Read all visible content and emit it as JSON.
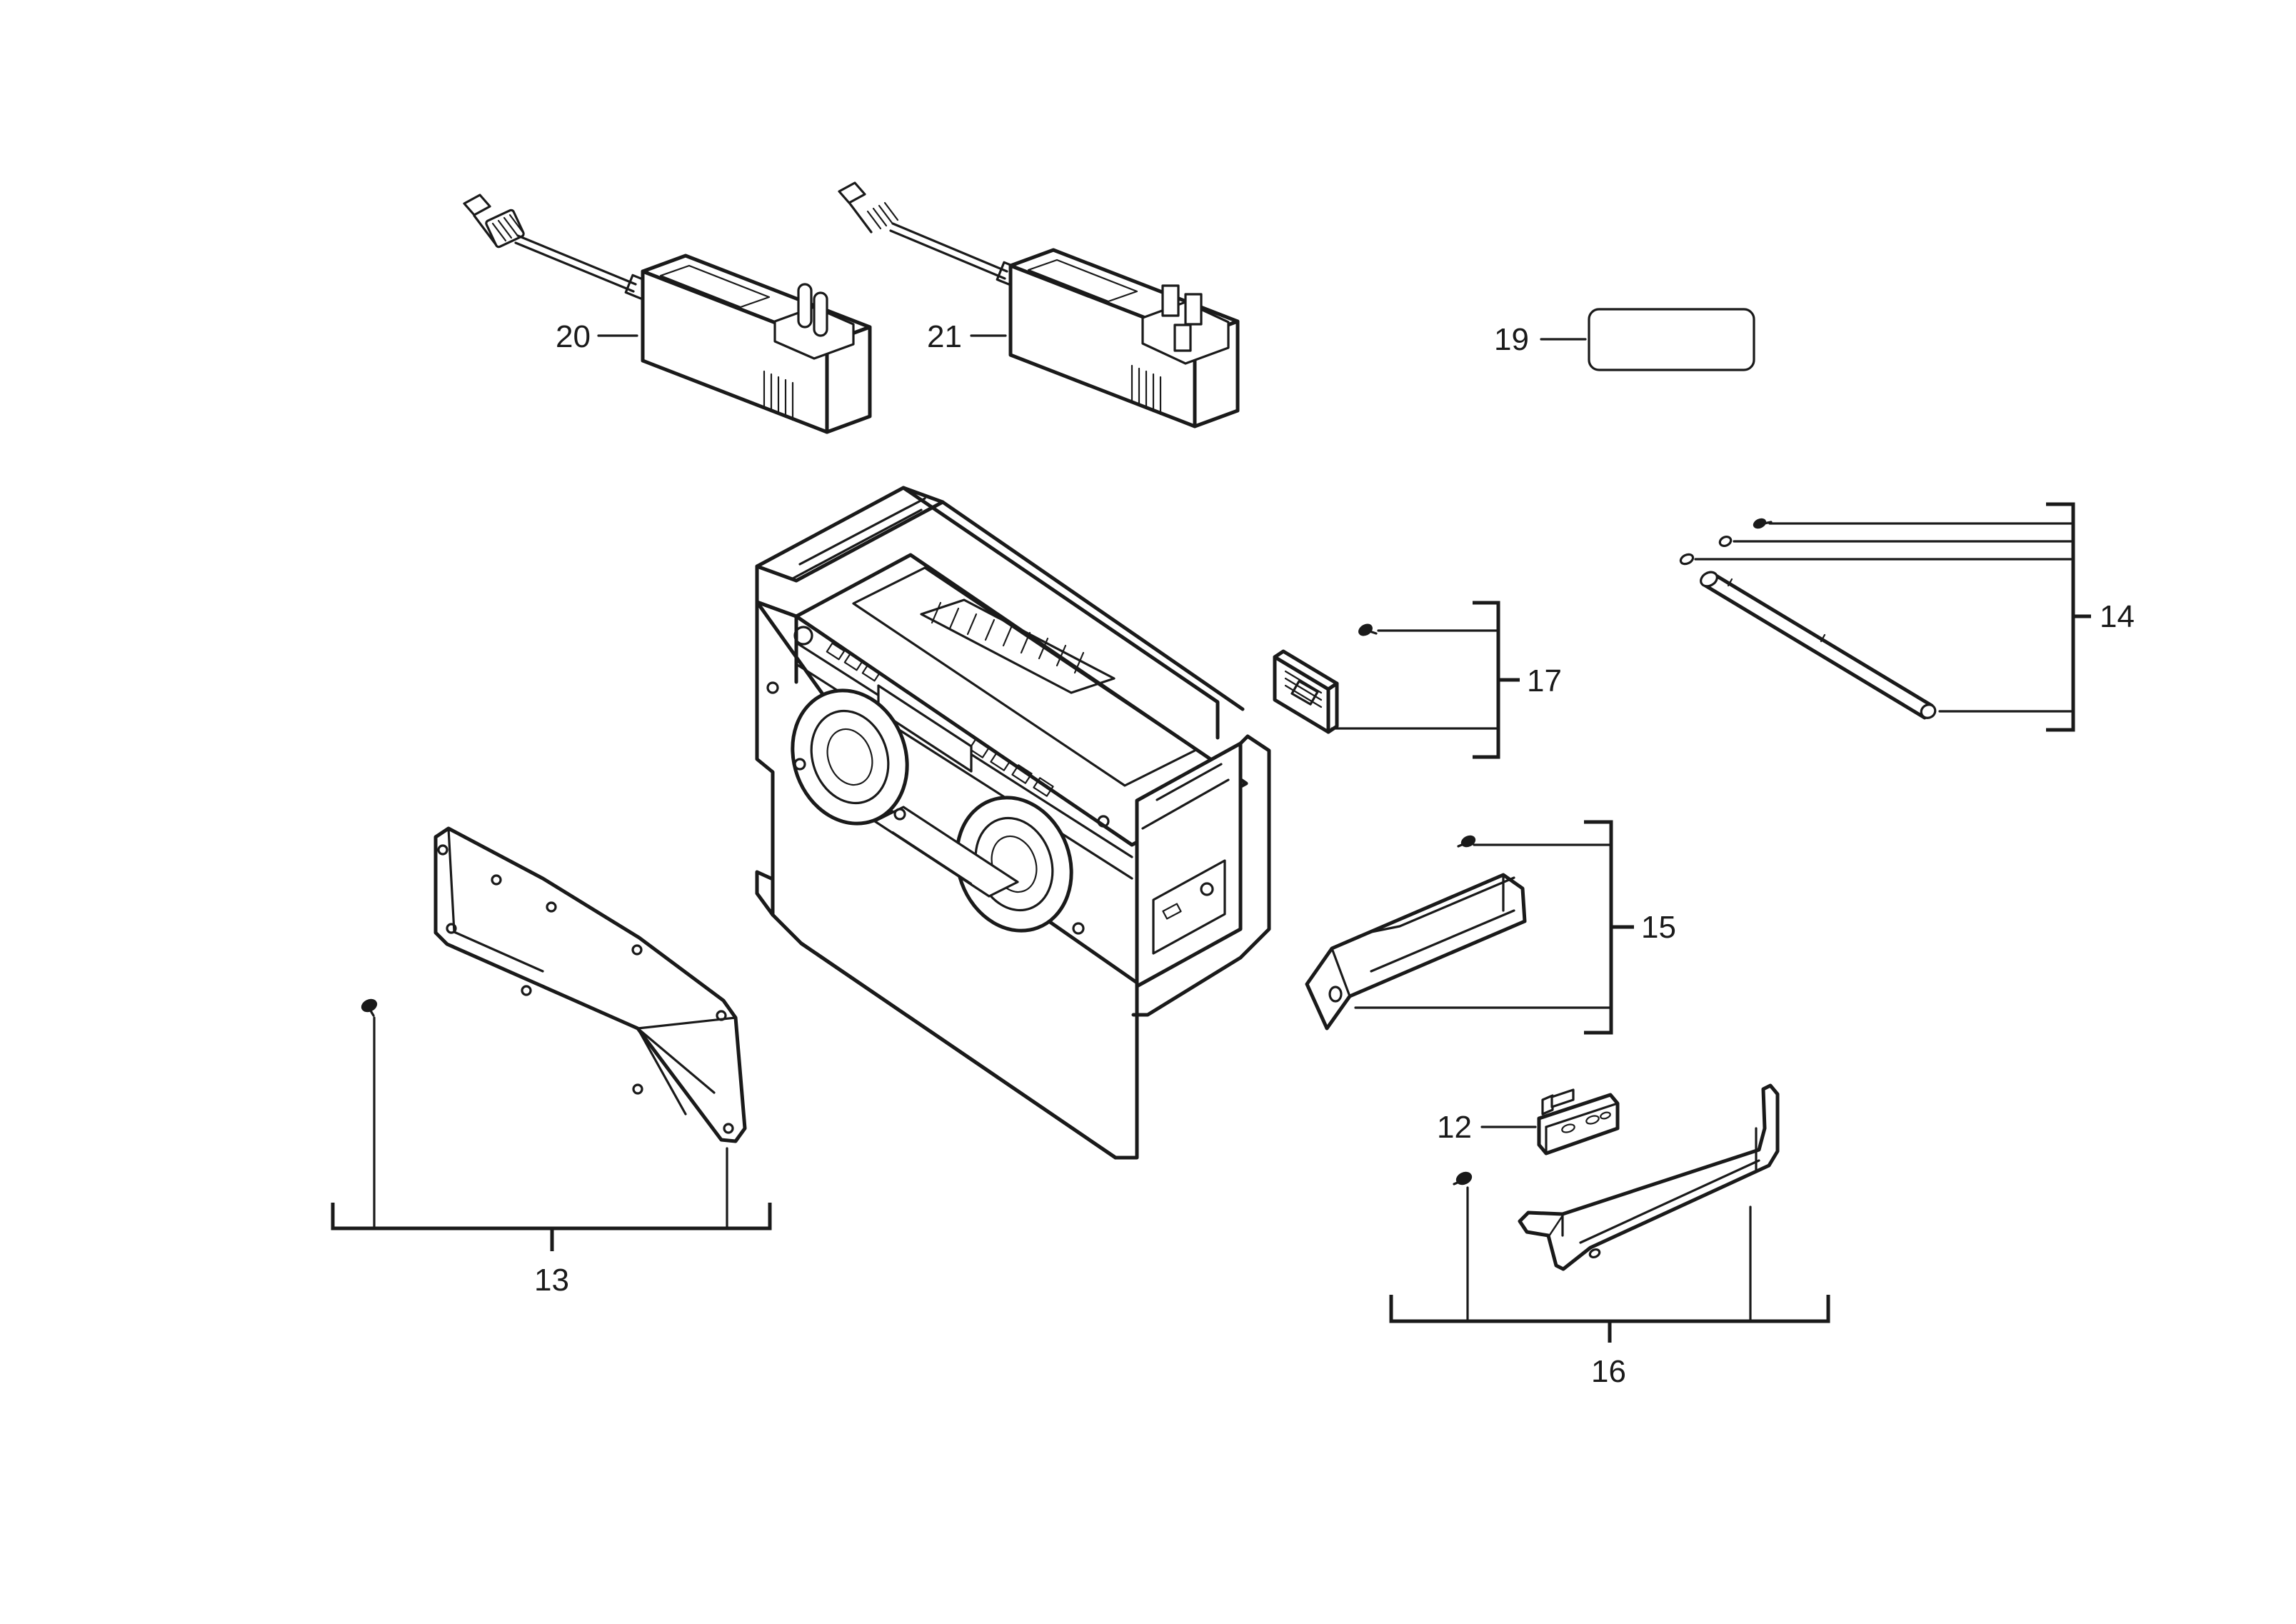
{
  "callouts": {
    "c20": "20",
    "c21": "21",
    "c19": "19",
    "c14": "14",
    "c17": "17",
    "c15": "15",
    "c13": "13",
    "c12": "12",
    "c16": "16"
  },
  "parts": [
    {
      "ref": "20",
      "icon": "power-adapter-eu-icon"
    },
    {
      "ref": "21",
      "icon": "power-adapter-uk-icon"
    },
    {
      "ref": "19",
      "icon": "label-plate-icon"
    },
    {
      "ref": "14",
      "icon": "antenna-kit-icon"
    },
    {
      "ref": "17",
      "icon": "cover-plate-kit-icon"
    },
    {
      "ref": "15",
      "icon": "handle-kit-icon"
    },
    {
      "ref": "13",
      "icon": "side-panel-kit-icon"
    },
    {
      "ref": "12",
      "icon": "port-cover-icon"
    },
    {
      "ref": "16",
      "icon": "foot-bracket-kit-icon"
    }
  ],
  "colors": {
    "line": "#1a1a1a",
    "background": "#ffffff"
  }
}
